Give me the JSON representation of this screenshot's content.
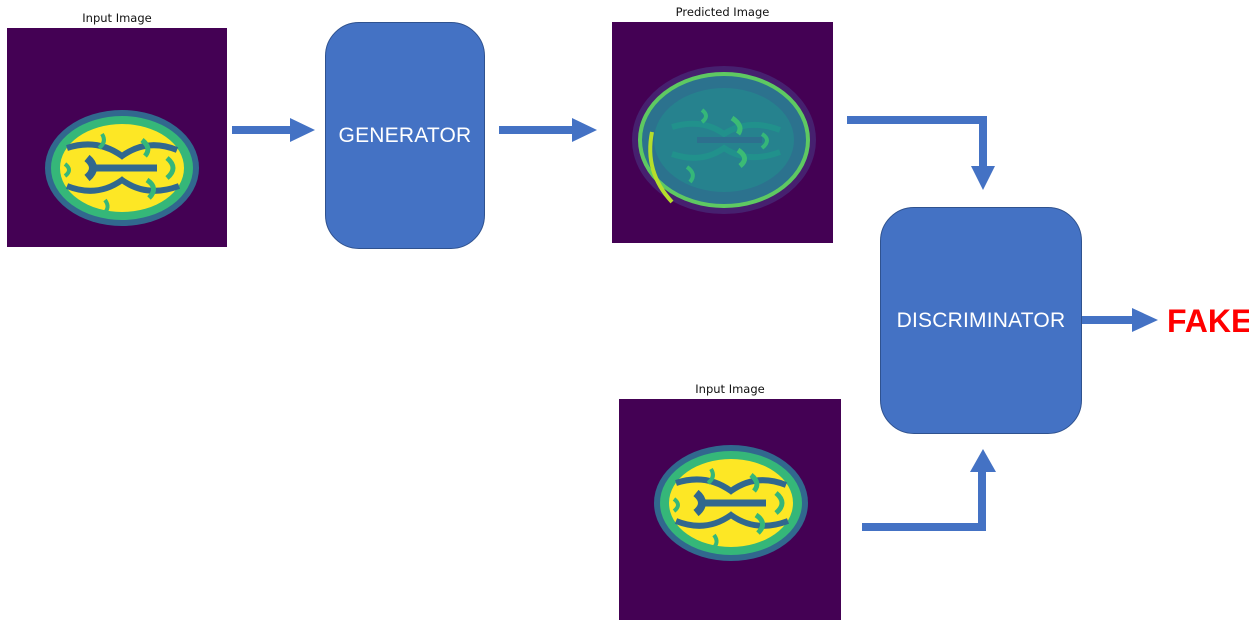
{
  "captions": {
    "input_top": "Input Image",
    "predicted": "Predicted Image",
    "input_bottom": "Input Image"
  },
  "blocks": {
    "generator": "GENERATOR",
    "discriminator": "DISCRIMINATOR"
  },
  "verdict": "FAKE",
  "colors": {
    "block_fill": "#4472c4",
    "arrow": "#4472c4",
    "verdict": "#ff0000",
    "viridis_background": "#440154",
    "viridis_dark_teal": "#31688e",
    "viridis_green": "#35b779",
    "viridis_yellow": "#fde725"
  }
}
